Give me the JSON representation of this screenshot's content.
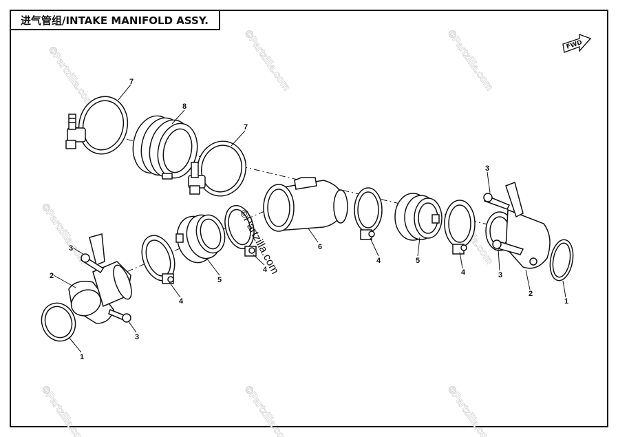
{
  "title": "进气管组/INTAKE MANIFOLD ASSY.",
  "fwd_label": "FWD",
  "watermark": "©Partzilla.com",
  "center_watermark": "©Partzilla.com",
  "callouts": {
    "c7a": "7",
    "c8": "8",
    "c7b": "7",
    "c6": "6",
    "c3_right_top": "3",
    "c3_right_bottom": "3",
    "c2_right": "2",
    "c1_right": "1",
    "c4_a": "4",
    "c5_a": "5",
    "c4_b": "4",
    "c4_center": "4",
    "c5_b": "5",
    "c4_right": "4",
    "c3_left_top": "3",
    "c2_left": "2",
    "c3_left_bottom": "3",
    "c1_left": "1"
  },
  "colors": {
    "line": "#111111",
    "watermark": "#d6d6d6"
  }
}
